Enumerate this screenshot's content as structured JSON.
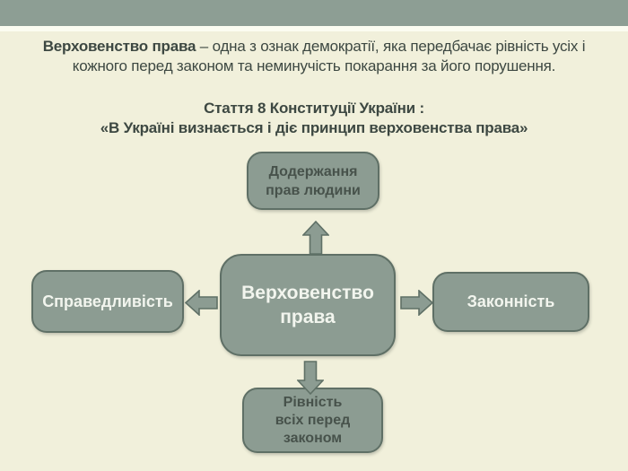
{
  "intro": {
    "bold": "Верховенство права",
    "rest": " – одна з ознак демократії, яка передбачає рівність усіх і кожного перед законом та неминучість покарання за його порушення."
  },
  "statute": {
    "line1": "Стаття 8 Конституції України :",
    "line2": "«В Україні визнається і діє принцип верховенства права»"
  },
  "diagram": {
    "center": {
      "line1": "Верховенство",
      "line2": "права"
    },
    "top": {
      "line1": "Додержання",
      "line2": "прав людини"
    },
    "left": {
      "label": "Справедливість"
    },
    "right": {
      "label": "Законність"
    },
    "bottom": {
      "line1": "Рівність",
      "line2": "всіх перед",
      "line3": "законом"
    },
    "arrow_icons": [
      "arrow-up-icon",
      "arrow-left-icon",
      "arrow-right-icon",
      "arrow-down-icon"
    ]
  },
  "colors": {
    "accent_bar": "#8d9e94",
    "background": "#f1f0db",
    "strip": "#fbfcf1",
    "box_fill": "#8c9c92",
    "box_border": "#5f7066",
    "dark_text": "#3d4842",
    "box_dark_text": "#47524b",
    "box_light_text": "#f2f5ee"
  }
}
